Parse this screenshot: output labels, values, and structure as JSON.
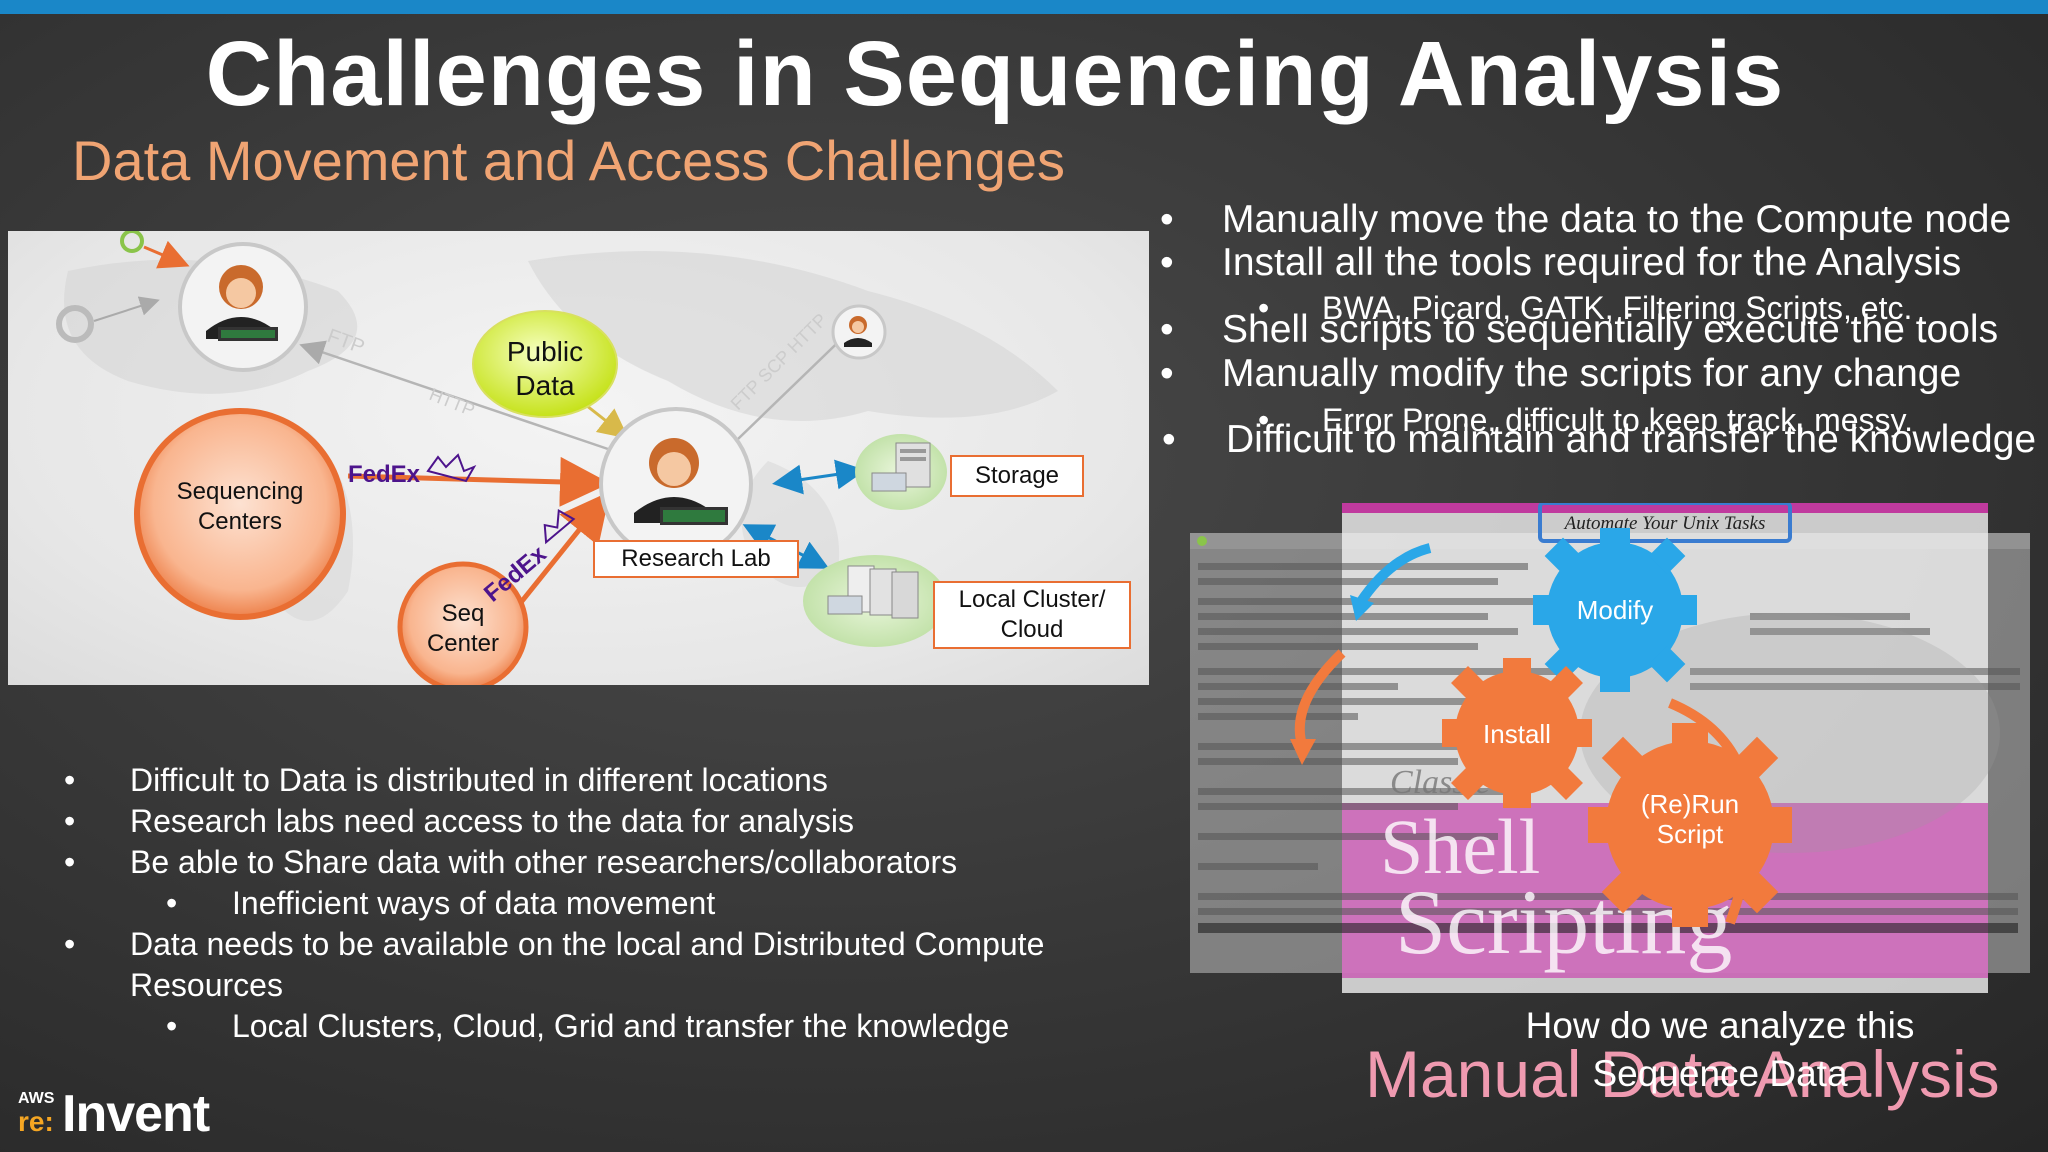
{
  "header": {
    "title": "Challenges in Sequencing Analysis",
    "subtitle": "Data Movement and Access Challenges"
  },
  "right_bullets": {
    "b1": "Manually move the data to the Compute node",
    "b2": "Install all the tools required for the Analysis",
    "b2_sub": "BWA, Picard, GATK, Filtering Scripts, etc.",
    "b3": "Shell scripts to sequentially execute the tools",
    "b4": "Manually modify the scripts for any change",
    "b4_sub": "Error Prone, difficult to keep track, messy.",
    "b5": "Difficult to maintain and transfer the knowledge"
  },
  "diagram": {
    "public_data": "Public Data",
    "sequencing_centers": "Sequencing Centers",
    "seq_center": "Seq Center",
    "research_lab": "Research Lab",
    "storage": "Storage",
    "local_cluster": "Local Cluster/ Cloud",
    "fedex": "FedEx",
    "transfer_labels": [
      "FTP",
      "HTTP",
      "FTP SCP HTTP"
    ]
  },
  "bottom_bullets": {
    "b1": "Difficult to Data is distributed in different locations",
    "b2": "Research labs need access to the data for analysis",
    "b3": "Be able to Share data with other researchers/collaborators",
    "b3_sub": "Inefficient ways of data movement",
    "b4_line1": "Data needs to be available on the local and Distributed Compute",
    "b4_line2": "Resources",
    "b4_sub": "Local Clusters, Cloud, Grid and transfer the knowledge"
  },
  "workflow": {
    "book_banner": "Automate Your Unix Tasks",
    "book_title_1": "Shell",
    "book_title_2": "Scripting",
    "book_classic": "Classic",
    "modify": "Modify",
    "install": "Install",
    "rerun_1": "(Re)Run",
    "rerun_2": "Script"
  },
  "question": {
    "line1": "How do we analyze this",
    "line2": "Sequence Data"
  },
  "manual_title": "Manual Data Analysis",
  "logo": {
    "aws": "AWS",
    "re": "re:",
    "invent": "Invent"
  },
  "bullet_char": "•",
  "colors": {
    "accent_blue": "#1a87c8",
    "subtitle_orange": "#f0a473",
    "node_orange": "#f27a3d",
    "gear_blue": "#2aa7e8",
    "manual_pink": "#ef9ab0"
  }
}
